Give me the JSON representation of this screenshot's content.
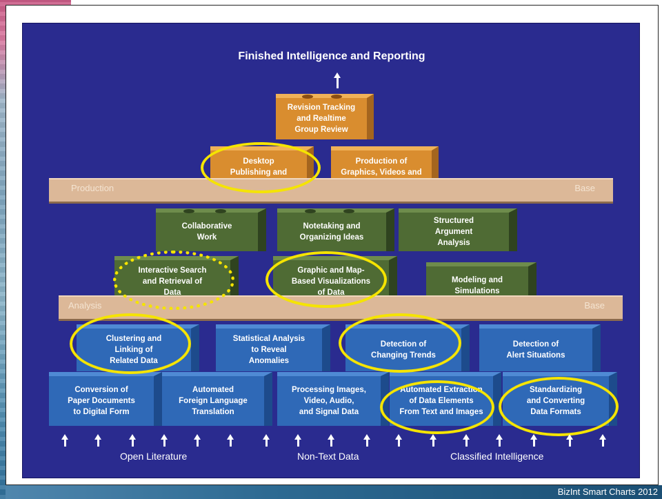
{
  "title": "Finished Intelligence and Reporting",
  "footer": "BizInt Smart Charts 2012",
  "beams": {
    "production_left": "Production",
    "production_right": "Base",
    "analysis_left": "Analysis",
    "analysis_right": "Base"
  },
  "boxes": {
    "revision": "Revision Tracking\nand Realtime\nGroup Review",
    "desktop": "Desktop\nPublishing and\nWord Processing",
    "graphics": "Production of\nGraphics, Videos and\nOnline Briefings",
    "collab": "Collaborative\nWork",
    "notetaking": "Notetaking and\nOrganizing Ideas",
    "structured": "Structured\nArgument\nAnalysis",
    "interactive": "Interactive Search\nand Retrieval of\nData",
    "mapviz": "Graphic and Map-\nBased Visualizations\nof Data",
    "modeling": "Modeling and\nSimulations",
    "clustering": "Clustering and\nLinking of\nRelated Data",
    "statistical": "Statistical Analysis\nto Reveal\nAnomalies",
    "trends": "Detection of\nChanging Trends",
    "alert": "Detection of\nAlert Situations",
    "conversion": "Conversion of\nPaper Documents\nto Digital Form",
    "translation": "Automated\nForeign Language\nTranslation",
    "images": "Processing Images,\nVideo, Audio,\nand Signal Data",
    "extraction": "Automated Extraction\nof Data Elements\nFrom Text and Images",
    "standardizing": "Standardizing\nand Converting\nData Formats"
  },
  "sources": {
    "open": "Open Literature",
    "nontext": "Non-Text Data",
    "classified": "Classified Intelligence"
  },
  "colors": {
    "panel": "#2a2b8f",
    "orange": "#d98d2f",
    "green": "#4f6b34",
    "blue": "#2f69b7",
    "highlight": "#f5e400"
  }
}
